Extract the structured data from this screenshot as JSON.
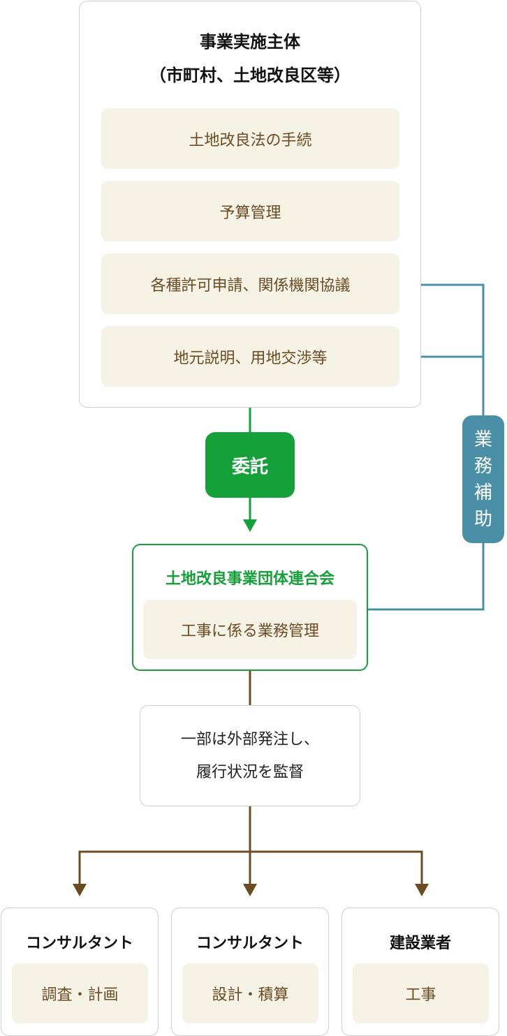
{
  "top": {
    "title_line1": "事業実施主体",
    "title_line2": "（市町村、土地改良区等）",
    "items": [
      "土地改良法の手続",
      "予算管理",
      "各種許可申請、関係機関協議",
      "地元説明、用地交渉等"
    ]
  },
  "entrust": "委託",
  "support": [
    "業",
    "務",
    "補",
    "助"
  ],
  "federation": {
    "title": "土地改良事業団体連合会",
    "item": "工事に係る業務管理"
  },
  "supervise": {
    "line1": "一部は外部発注し、",
    "line2": "履行状況を監督"
  },
  "bottom": [
    {
      "title": "コンサルタント",
      "item": "調査・計画"
    },
    {
      "title": "コンサルタント",
      "item": "設計・積算"
    },
    {
      "title": "建設業者",
      "item": "工事"
    }
  ],
  "colors": {
    "green": "#15a03a",
    "blue": "#4a8fa6",
    "brown": "#6b4c22"
  }
}
